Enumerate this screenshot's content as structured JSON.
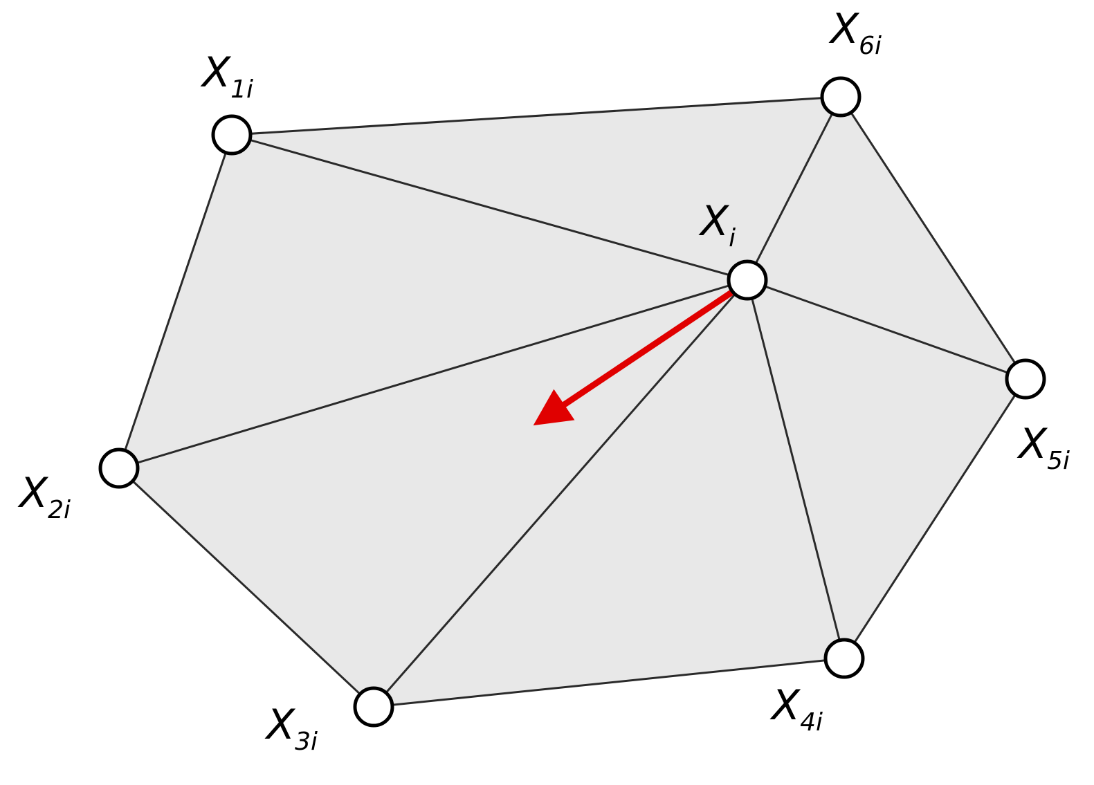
{
  "nodes": {
    "center": {
      "base": "X",
      "sub": "i"
    },
    "n1": {
      "base": "X",
      "sub": "1i"
    },
    "n2": {
      "base": "X",
      "sub": "2i"
    },
    "n3": {
      "base": "X",
      "sub": "3i"
    },
    "n4": {
      "base": "X",
      "sub": "4i"
    },
    "n5": {
      "base": "X",
      "sub": "5i"
    },
    "n6": {
      "base": "X",
      "sub": "6i"
    }
  },
  "colors": {
    "region_fill": "#e8e8e8",
    "edge": "#2a2a2a",
    "node_fill": "#ffffff",
    "node_stroke": "#000000",
    "arrow": "#e00000"
  }
}
